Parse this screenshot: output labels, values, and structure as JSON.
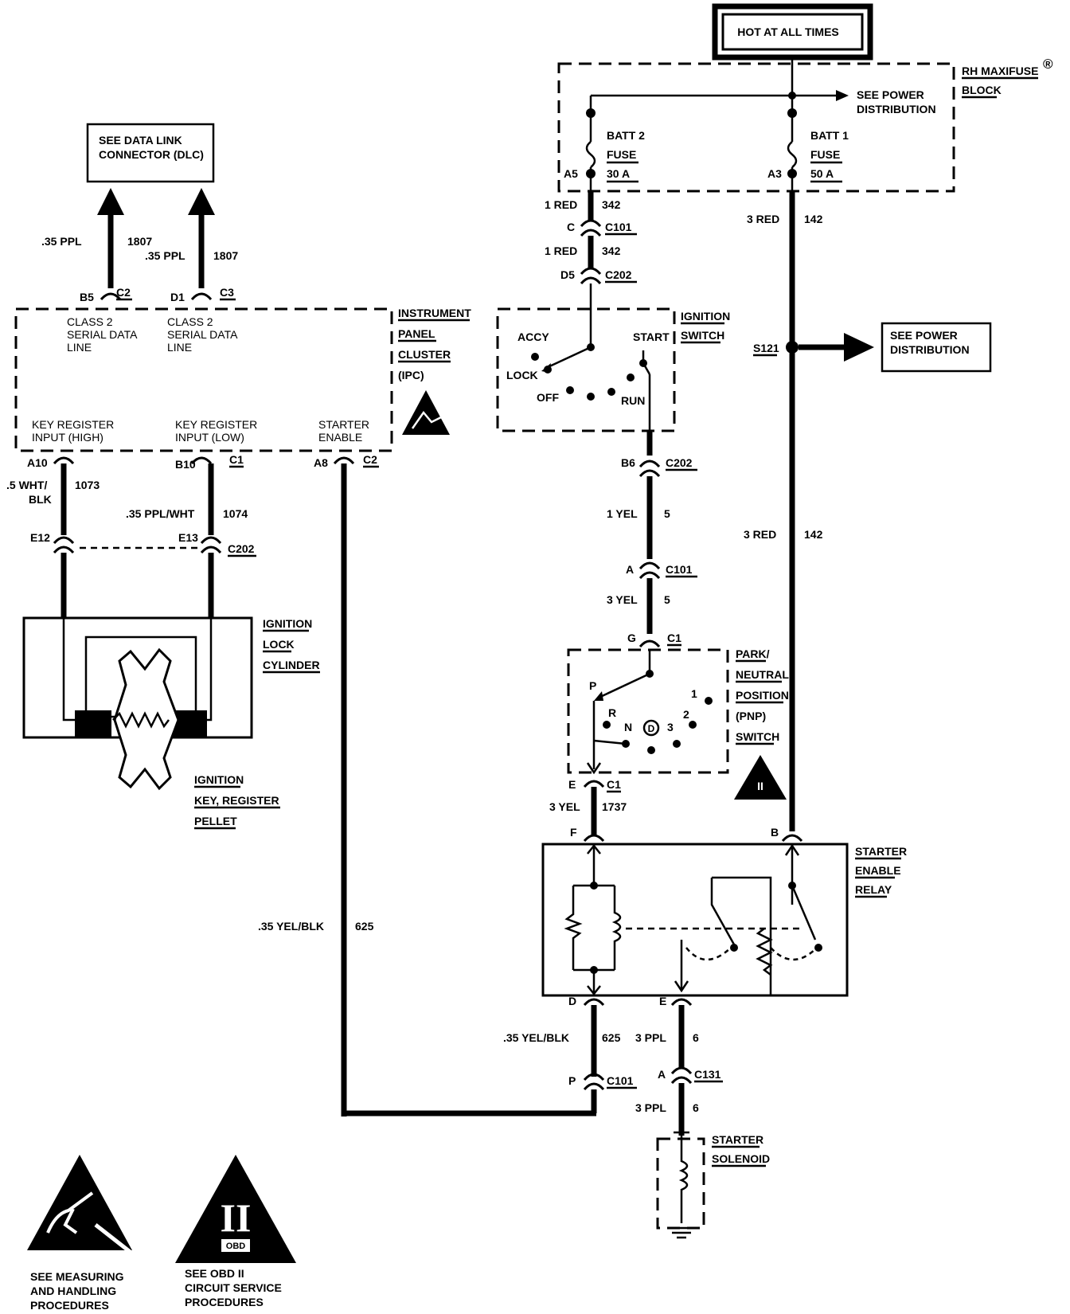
{
  "hot_banner": "HOT AT ALL TIMES",
  "maxifuse": {
    "title": "RH MAXIFUSE",
    "reg": "®",
    "sub": "BLOCK",
    "see_power1": "SEE POWER",
    "see_power2": "DISTRIBUTION",
    "batt2": [
      "BATT 2",
      "FUSE",
      "30 A"
    ],
    "batt1": [
      "BATT 1",
      "FUSE",
      "50 A"
    ],
    "pin_a5": "A5",
    "pin_a3": "A3"
  },
  "dlc": {
    "line1": "SEE DATA LINK",
    "line2": "CONNECTOR (DLC)"
  },
  "ipc": {
    "label": [
      "INSTRUMENT",
      "PANEL",
      "CLUSTER",
      "(IPC)"
    ],
    "class2_a": [
      "CLASS 2",
      "SERIAL DATA",
      "LINE"
    ],
    "class2_b": [
      "CLASS 2",
      "SERIAL DATA",
      "LINE"
    ],
    "key_high": [
      "KEY REGISTER",
      "INPUT (HIGH)"
    ],
    "key_low": [
      "KEY REGISTER",
      "INPUT (LOW)"
    ],
    "starter_enable": [
      "STARTER",
      "ENABLE"
    ],
    "pins": {
      "b5": "B5",
      "c2a": "C2",
      "d1": "D1",
      "c3": "C3",
      "a10": "A10",
      "b10": "B10",
      "c1": "C1",
      "a8": "A8",
      "c2b": "C2"
    }
  },
  "wires": {
    "w1807a": [
      ".35 PPL",
      "1807"
    ],
    "w1807b": [
      ".35 PPL",
      "1807"
    ],
    "w1073": [
      ".5 WHT/",
      "BLK",
      "1073"
    ],
    "w1074": [
      ".35 PPL/WHT",
      "1074"
    ],
    "w625a": [
      ".35 YEL/BLK",
      "625"
    ],
    "w625b": [
      ".35 YEL/BLK",
      "625"
    ],
    "w342a": [
      "1 RED",
      "342"
    ],
    "w342b": [
      "1 RED",
      "342"
    ],
    "w142a": [
      "3 RED",
      "142"
    ],
    "w142b": [
      "3 RED",
      "142"
    ],
    "w5a": [
      "1 YEL",
      "5"
    ],
    "w5b": [
      "3 YEL",
      "5"
    ],
    "w1737": [
      "3 YEL",
      "1737"
    ],
    "w6a": [
      "3 PPL",
      "6"
    ],
    "w6b": [
      "3 PPL",
      "6"
    ]
  },
  "connectors": {
    "e12": "E12",
    "e13": "E13",
    "c202a": "C202",
    "c": "C",
    "c101a": "C101",
    "d5": "D5",
    "c202b": "C202",
    "b6": "B6",
    "c202c": "C202",
    "a": "A",
    "c101b": "C101",
    "g": "G",
    "c1a": "C1",
    "e": "E",
    "c1b": "C1",
    "f": "F",
    "b": "B",
    "d": "D",
    "e2": "E",
    "p": "P",
    "c101c": "C101",
    "a2": "A",
    "c131": "C131",
    "s121": "S121"
  },
  "ign_switch": {
    "label": [
      "IGNITION",
      "SWITCH"
    ],
    "accy": "ACCY",
    "start": "START",
    "lock": "LOCK",
    "off": "OFF",
    "run": "RUN"
  },
  "see_power_dist": [
    "SEE POWER",
    "DISTRIBUTION"
  ],
  "lock_cyl": [
    "IGNITION",
    "LOCK",
    "CYLINDER"
  ],
  "key_pellet": [
    "IGNITION",
    "KEY, REGISTER",
    "PELLET"
  ],
  "pnp": {
    "label": [
      "PARK/",
      "NEUTRAL",
      "POSITION",
      "(PNP)",
      "SWITCH"
    ],
    "p": "P",
    "r": "R",
    "n": "N",
    "d": "D",
    "n1": "1",
    "n2": "2",
    "n3": "3",
    "obd": "II"
  },
  "relay": [
    "STARTER",
    "ENABLE",
    "RELAY"
  ],
  "solenoid": [
    "STARTER",
    "SOLENOID"
  ],
  "legend": {
    "esd": [
      "SEE MEASURING",
      "AND HANDLING",
      "PROCEDURES"
    ],
    "obd": [
      "SEE OBD II",
      "CIRCUIT SERVICE",
      "PROCEDURES"
    ],
    "obd_symbol": "II",
    "obd_tag": "OBD"
  }
}
